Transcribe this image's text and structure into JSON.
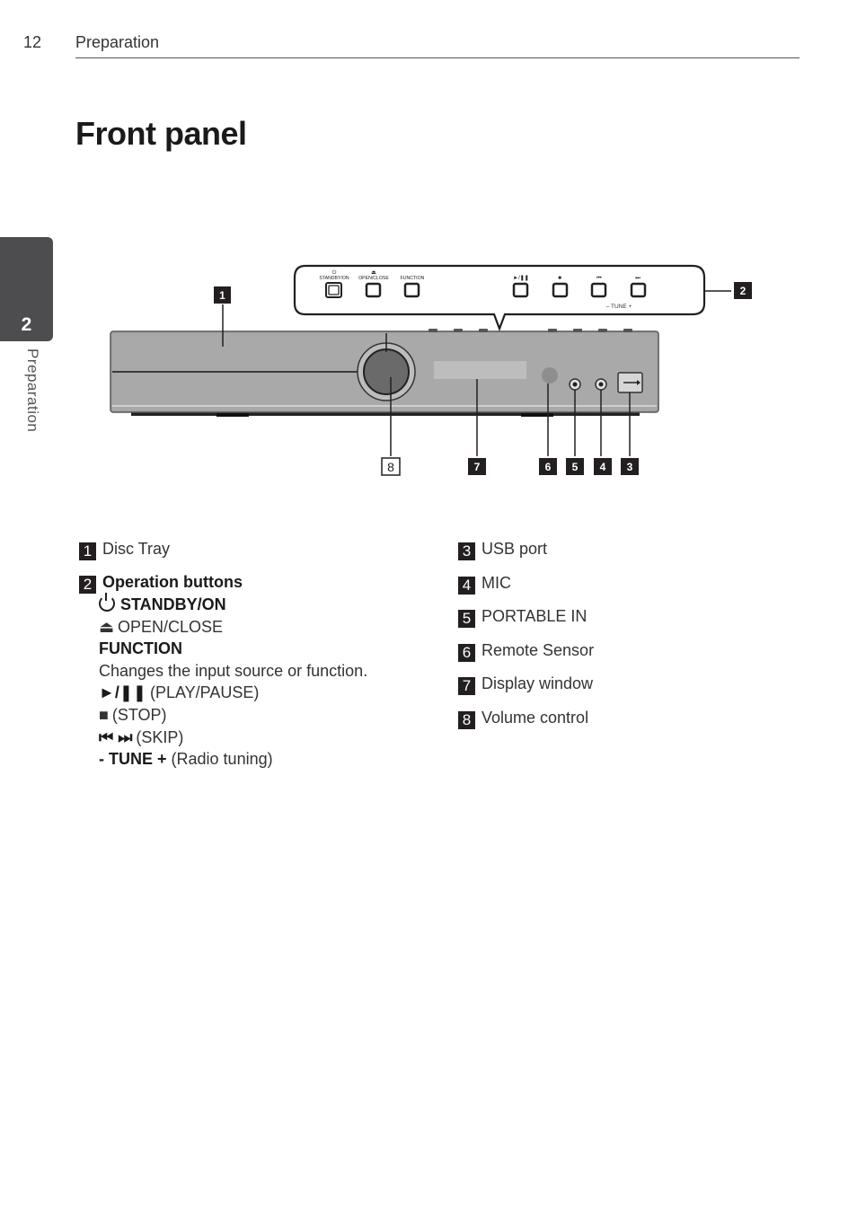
{
  "header": {
    "page_number": "12",
    "section": "Preparation"
  },
  "title": "Front panel",
  "side_tab": {
    "number": "2",
    "label": "Preparation"
  },
  "panel_labels": {
    "standby_icon": "⏻",
    "standby": "STANDBY/ON",
    "open_icon": "⏏",
    "open_close": "OPEN/CLOSE",
    "function": "FUNCTION",
    "play_icon": "►/❚❚",
    "stop_icon": "■",
    "prev_icon": "⏮",
    "next_icon": "⏭",
    "tune": "–  TUNE  +"
  },
  "callouts": {
    "c1": "1",
    "c2": "2",
    "c3": "3",
    "c4": "4",
    "c5": "5",
    "c6": "6",
    "c7": "7",
    "c8": "8"
  },
  "legend_left": {
    "item1": {
      "num": "1",
      "label": "Disc Tray"
    },
    "item2": {
      "num": "2",
      "label": "Operation buttons",
      "standby": "STANDBY/ON",
      "open_icon": "⏏",
      "open_close": "OPEN/CLOSE",
      "function": "FUNCTION",
      "function_desc": "Changes the input source or function.",
      "play_icon": "►/❚❚",
      "play_pause": "(PLAY/PAUSE)",
      "stop_icon": "■",
      "stop": "(STOP)",
      "skip_icons": "⏮ ⏭",
      "skip": "(SKIP)",
      "tune": "- TUNE +",
      "tune_desc": "(Radio tuning)"
    }
  },
  "legend_right": [
    {
      "num": "3",
      "label": "USB port"
    },
    {
      "num": "4",
      "label": "MIC"
    },
    {
      "num": "5",
      "label": "PORTABLE IN"
    },
    {
      "num": "6",
      "label": "Remote Sensor"
    },
    {
      "num": "7",
      "label": "Display window"
    },
    {
      "num": "8",
      "label": "Volume control"
    }
  ]
}
